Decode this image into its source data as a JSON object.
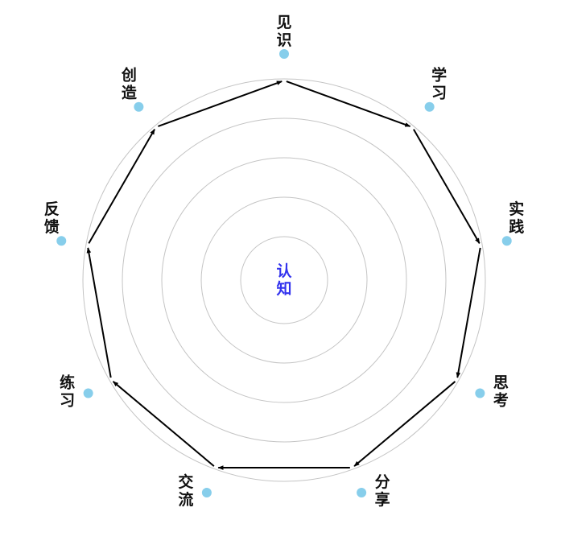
{
  "center": {
    "label": "认知",
    "color": "#3333ee"
  },
  "colors": {
    "ring": "#c4c4c4",
    "edge": "#000000",
    "node_dot": "#87ceeb",
    "text": "#111111"
  },
  "ring_count": 5,
  "nodes": [
    {
      "label": "见识"
    },
    {
      "label": "学习"
    },
    {
      "label": "实践"
    },
    {
      "label": "思考"
    },
    {
      "label": "分享"
    },
    {
      "label": "交流"
    },
    {
      "label": "练习"
    },
    {
      "label": "反馈"
    },
    {
      "label": "创造"
    }
  ],
  "edges": [
    {
      "from": 0,
      "to": 1
    },
    {
      "from": 1,
      "to": 2
    },
    {
      "from": 2,
      "to": 3
    },
    {
      "from": 3,
      "to": 4
    },
    {
      "from": 4,
      "to": 5
    },
    {
      "from": 5,
      "to": 6
    },
    {
      "from": 6,
      "to": 7
    },
    {
      "from": 7,
      "to": 8
    },
    {
      "from": 8,
      "to": 0
    }
  ]
}
